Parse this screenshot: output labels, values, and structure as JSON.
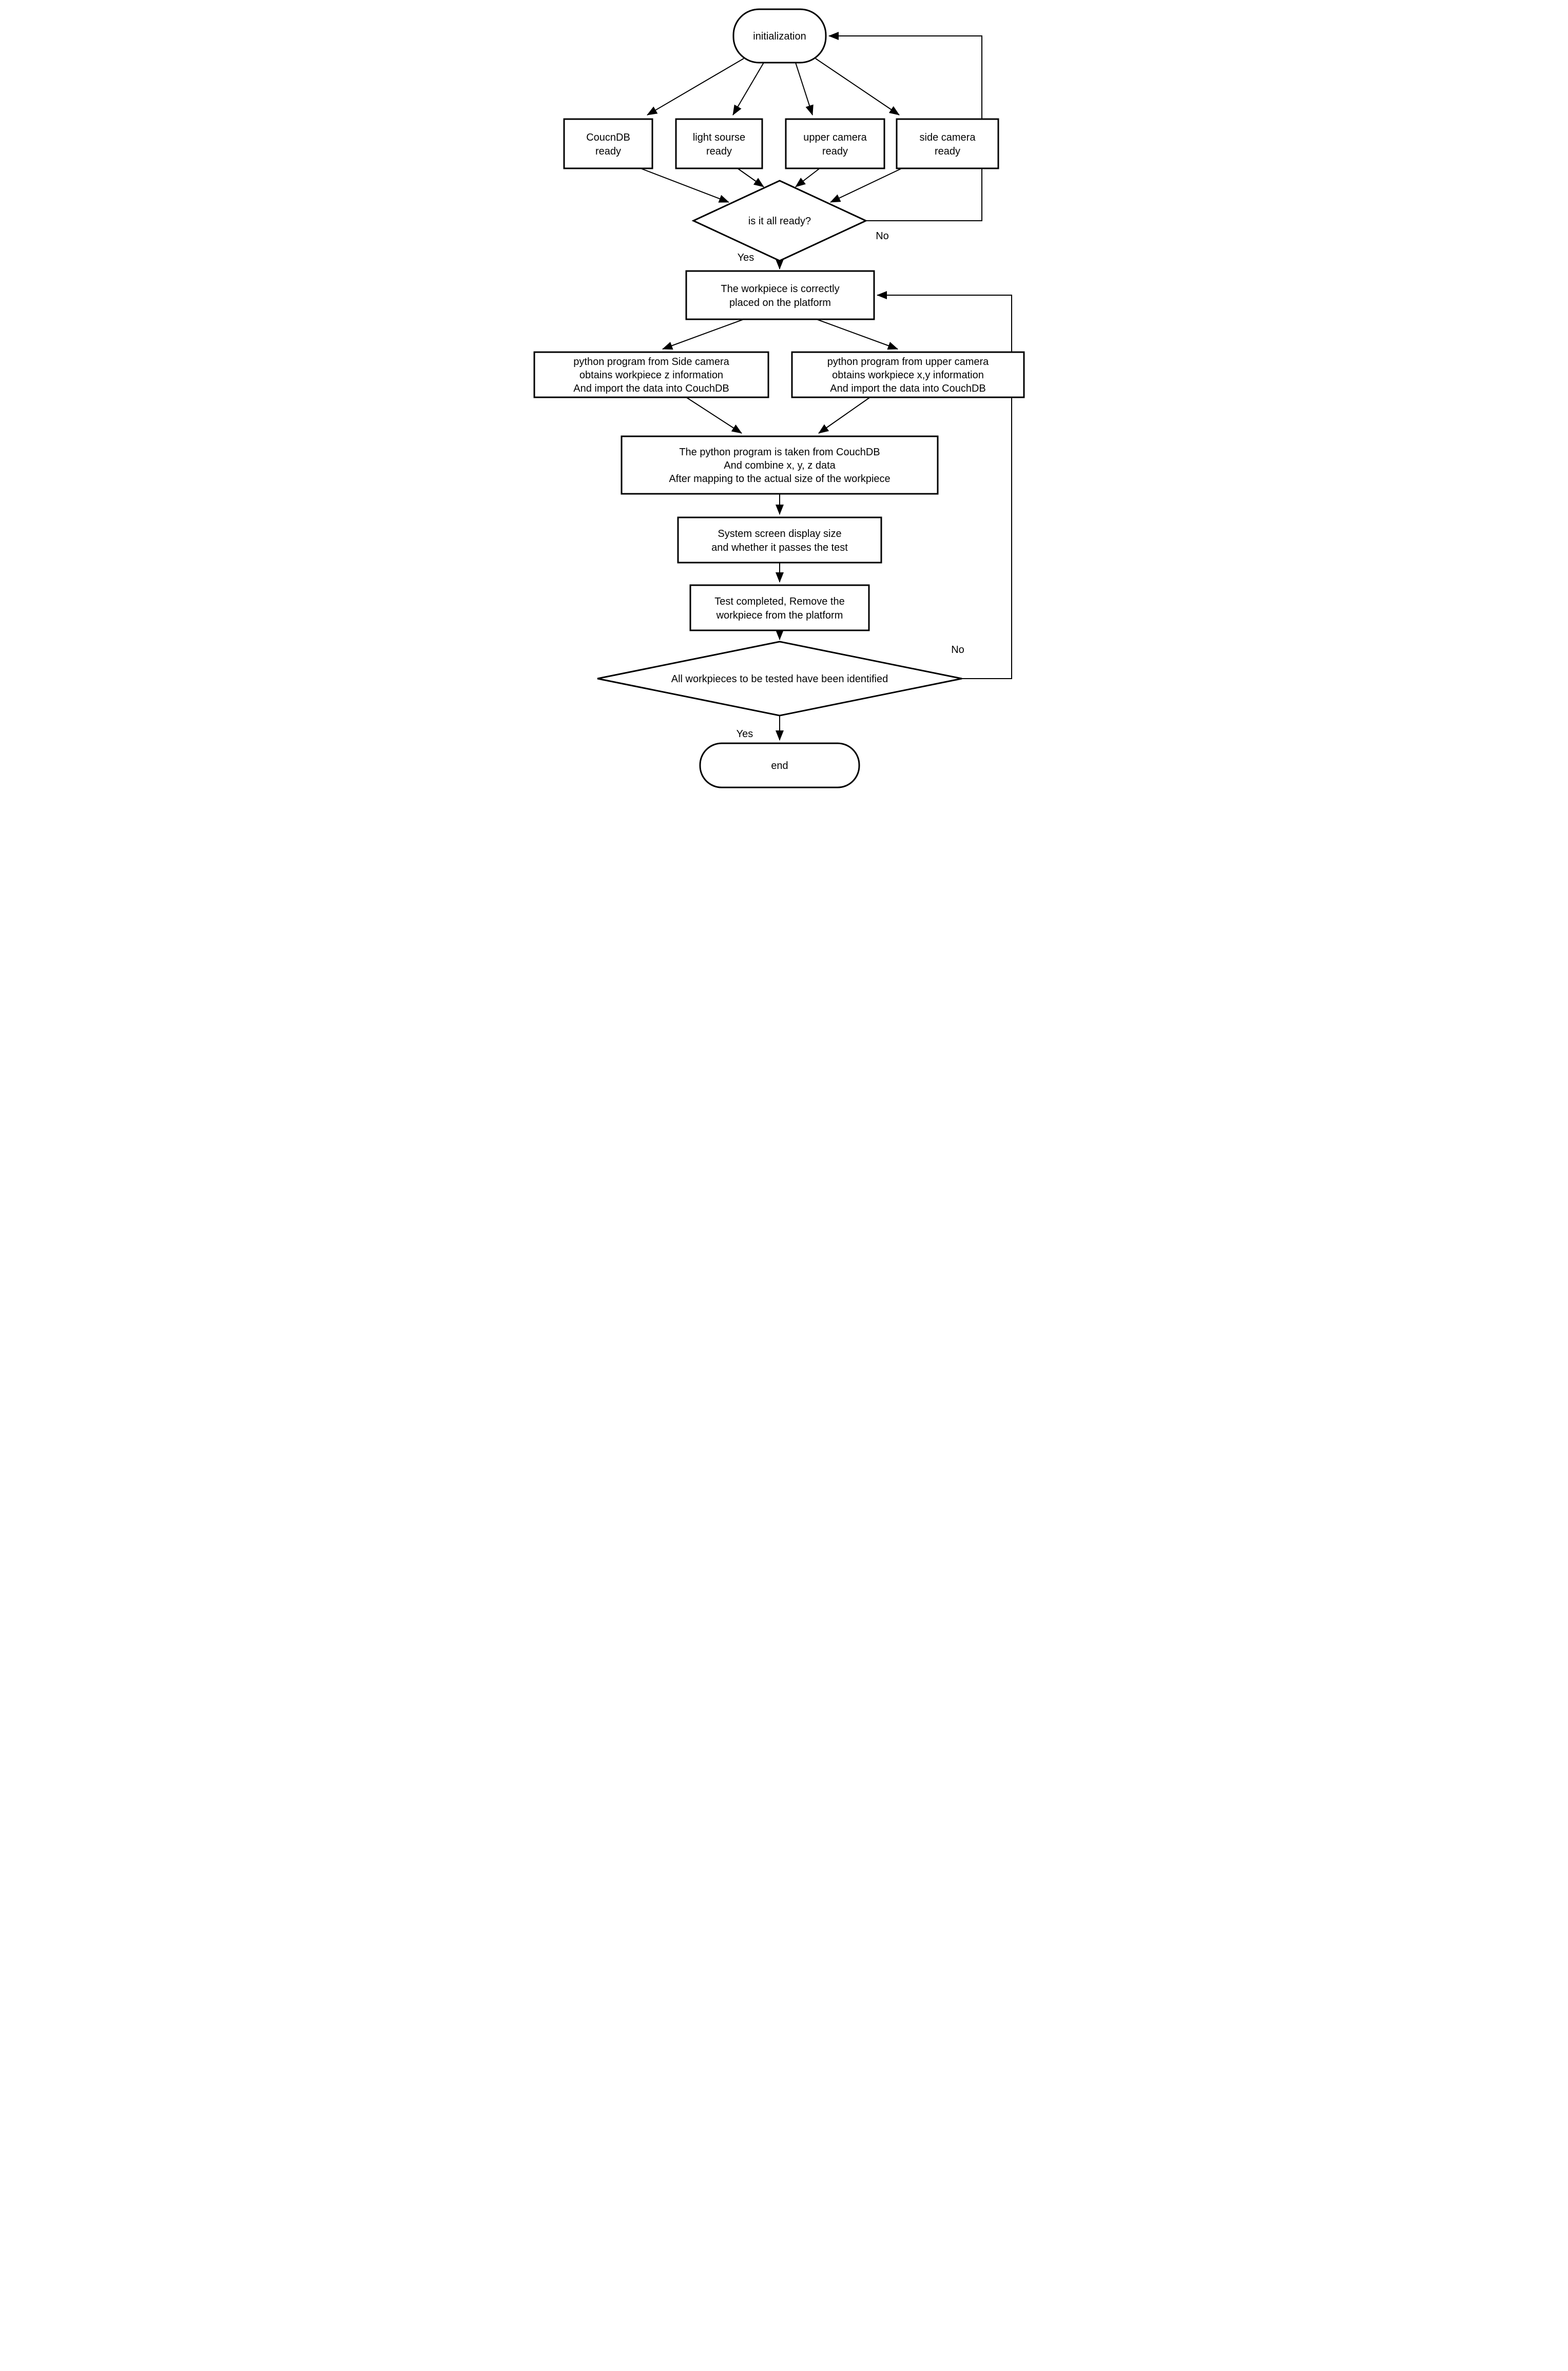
{
  "diagram": {
    "title_semantic": "workpiece-inspection-flowchart",
    "colors": {
      "background": "#ffffff",
      "line": "#000000",
      "text": "#000000"
    },
    "nodes": {
      "initialization": {
        "type": "terminator",
        "label": "initialization"
      },
      "couchdb_ready": {
        "type": "process",
        "lines": [
          "CoucnDB",
          "ready"
        ]
      },
      "light_source_ready": {
        "type": "process",
        "lines": [
          "light sourse",
          "ready"
        ]
      },
      "upper_camera_ready": {
        "type": "process",
        "lines": [
          "upper camera",
          "ready"
        ]
      },
      "side_camera_ready": {
        "type": "process",
        "lines": [
          "side camera",
          "ready"
        ]
      },
      "all_ready_decision": {
        "type": "decision",
        "label": "is it all ready?"
      },
      "workpiece_placed": {
        "type": "process",
        "lines": [
          "The workpiece is correctly",
          "placed on the platform"
        ]
      },
      "side_camera_program": {
        "type": "process",
        "lines": [
          "python program from Side camera",
          "obtains workpiece z information",
          "And import the data into CouchDB"
        ]
      },
      "upper_camera_program": {
        "type": "process",
        "lines": [
          "python program from upper camera",
          "obtains workpiece x,y information",
          "And import the data into CouchDB"
        ]
      },
      "combine_data": {
        "type": "process",
        "lines": [
          "The python program is taken from CouchDB",
          "And combine x, y, z data",
          "After mapping to the actual size of the workpiece"
        ]
      },
      "display_result": {
        "type": "process",
        "lines": [
          "System screen display size",
          "and whether it passes the test"
        ]
      },
      "test_completed": {
        "type": "process",
        "lines": [
          "Test completed, Remove the",
          "workpiece from the platform"
        ]
      },
      "all_identified_decision": {
        "type": "decision",
        "label": "All workpieces to be tested have been identified"
      },
      "end": {
        "type": "terminator",
        "label": "end"
      }
    },
    "edge_labels": {
      "all_ready_no": "No",
      "all_ready_yes": "Yes",
      "all_identified_no": "No",
      "all_identified_yes": "Yes"
    }
  }
}
